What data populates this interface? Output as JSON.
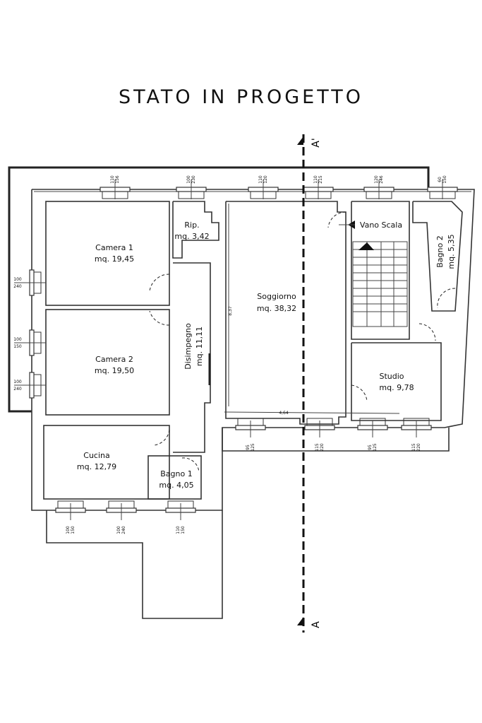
{
  "title": "STATO IN PROGETTO",
  "rooms": {
    "camera1": {
      "name": "Camera 1",
      "area": "mq. 19,45"
    },
    "camera2": {
      "name": "Camera 2",
      "area": "mq. 19,50"
    },
    "cucina": {
      "name": "Cucina",
      "area": "mq. 12,79"
    },
    "bagno1": {
      "name": "Bagno 1",
      "area": "mq. 4,05"
    },
    "rip": {
      "name": "Rip.",
      "area": "mq. 3,42"
    },
    "disimpegno": {
      "name": "Disimpegno",
      "area": "mq. 11,11"
    },
    "soggiorno": {
      "name": "Soggiorno",
      "area": "mq. 38,32"
    },
    "vano_scala": {
      "name": "Vano Scala"
    },
    "bagno2": {
      "name": "Bagno 2",
      "area": "mq. 5,35"
    },
    "studio": {
      "name": "Studio",
      "area": "mq. 9,78"
    }
  },
  "dimensions": {
    "soggiorno_height": "8,37",
    "soggiorno_width": "4,64"
  },
  "section": {
    "top_label": "A'",
    "bottom_label": "A"
  },
  "windows": {
    "top": [
      [
        "110",
        "156"
      ],
      [
        "100",
        "230"
      ],
      [
        "110",
        "120"
      ],
      [
        "110",
        "215"
      ],
      [
        "120",
        "246"
      ],
      [
        "60",
        "150"
      ]
    ],
    "left": [
      [
        "100",
        "240"
      ],
      [
        "100",
        "150"
      ],
      [
        "100",
        "240"
      ]
    ],
    "bottom_right": [
      [
        "95",
        "125"
      ],
      [
        "115",
        "220"
      ],
      [
        "95",
        "125"
      ],
      [
        "115",
        "220"
      ]
    ],
    "bottom_left": [
      [
        "100",
        "150"
      ],
      [
        "100",
        "240"
      ],
      [
        "110",
        "150"
      ]
    ]
  }
}
